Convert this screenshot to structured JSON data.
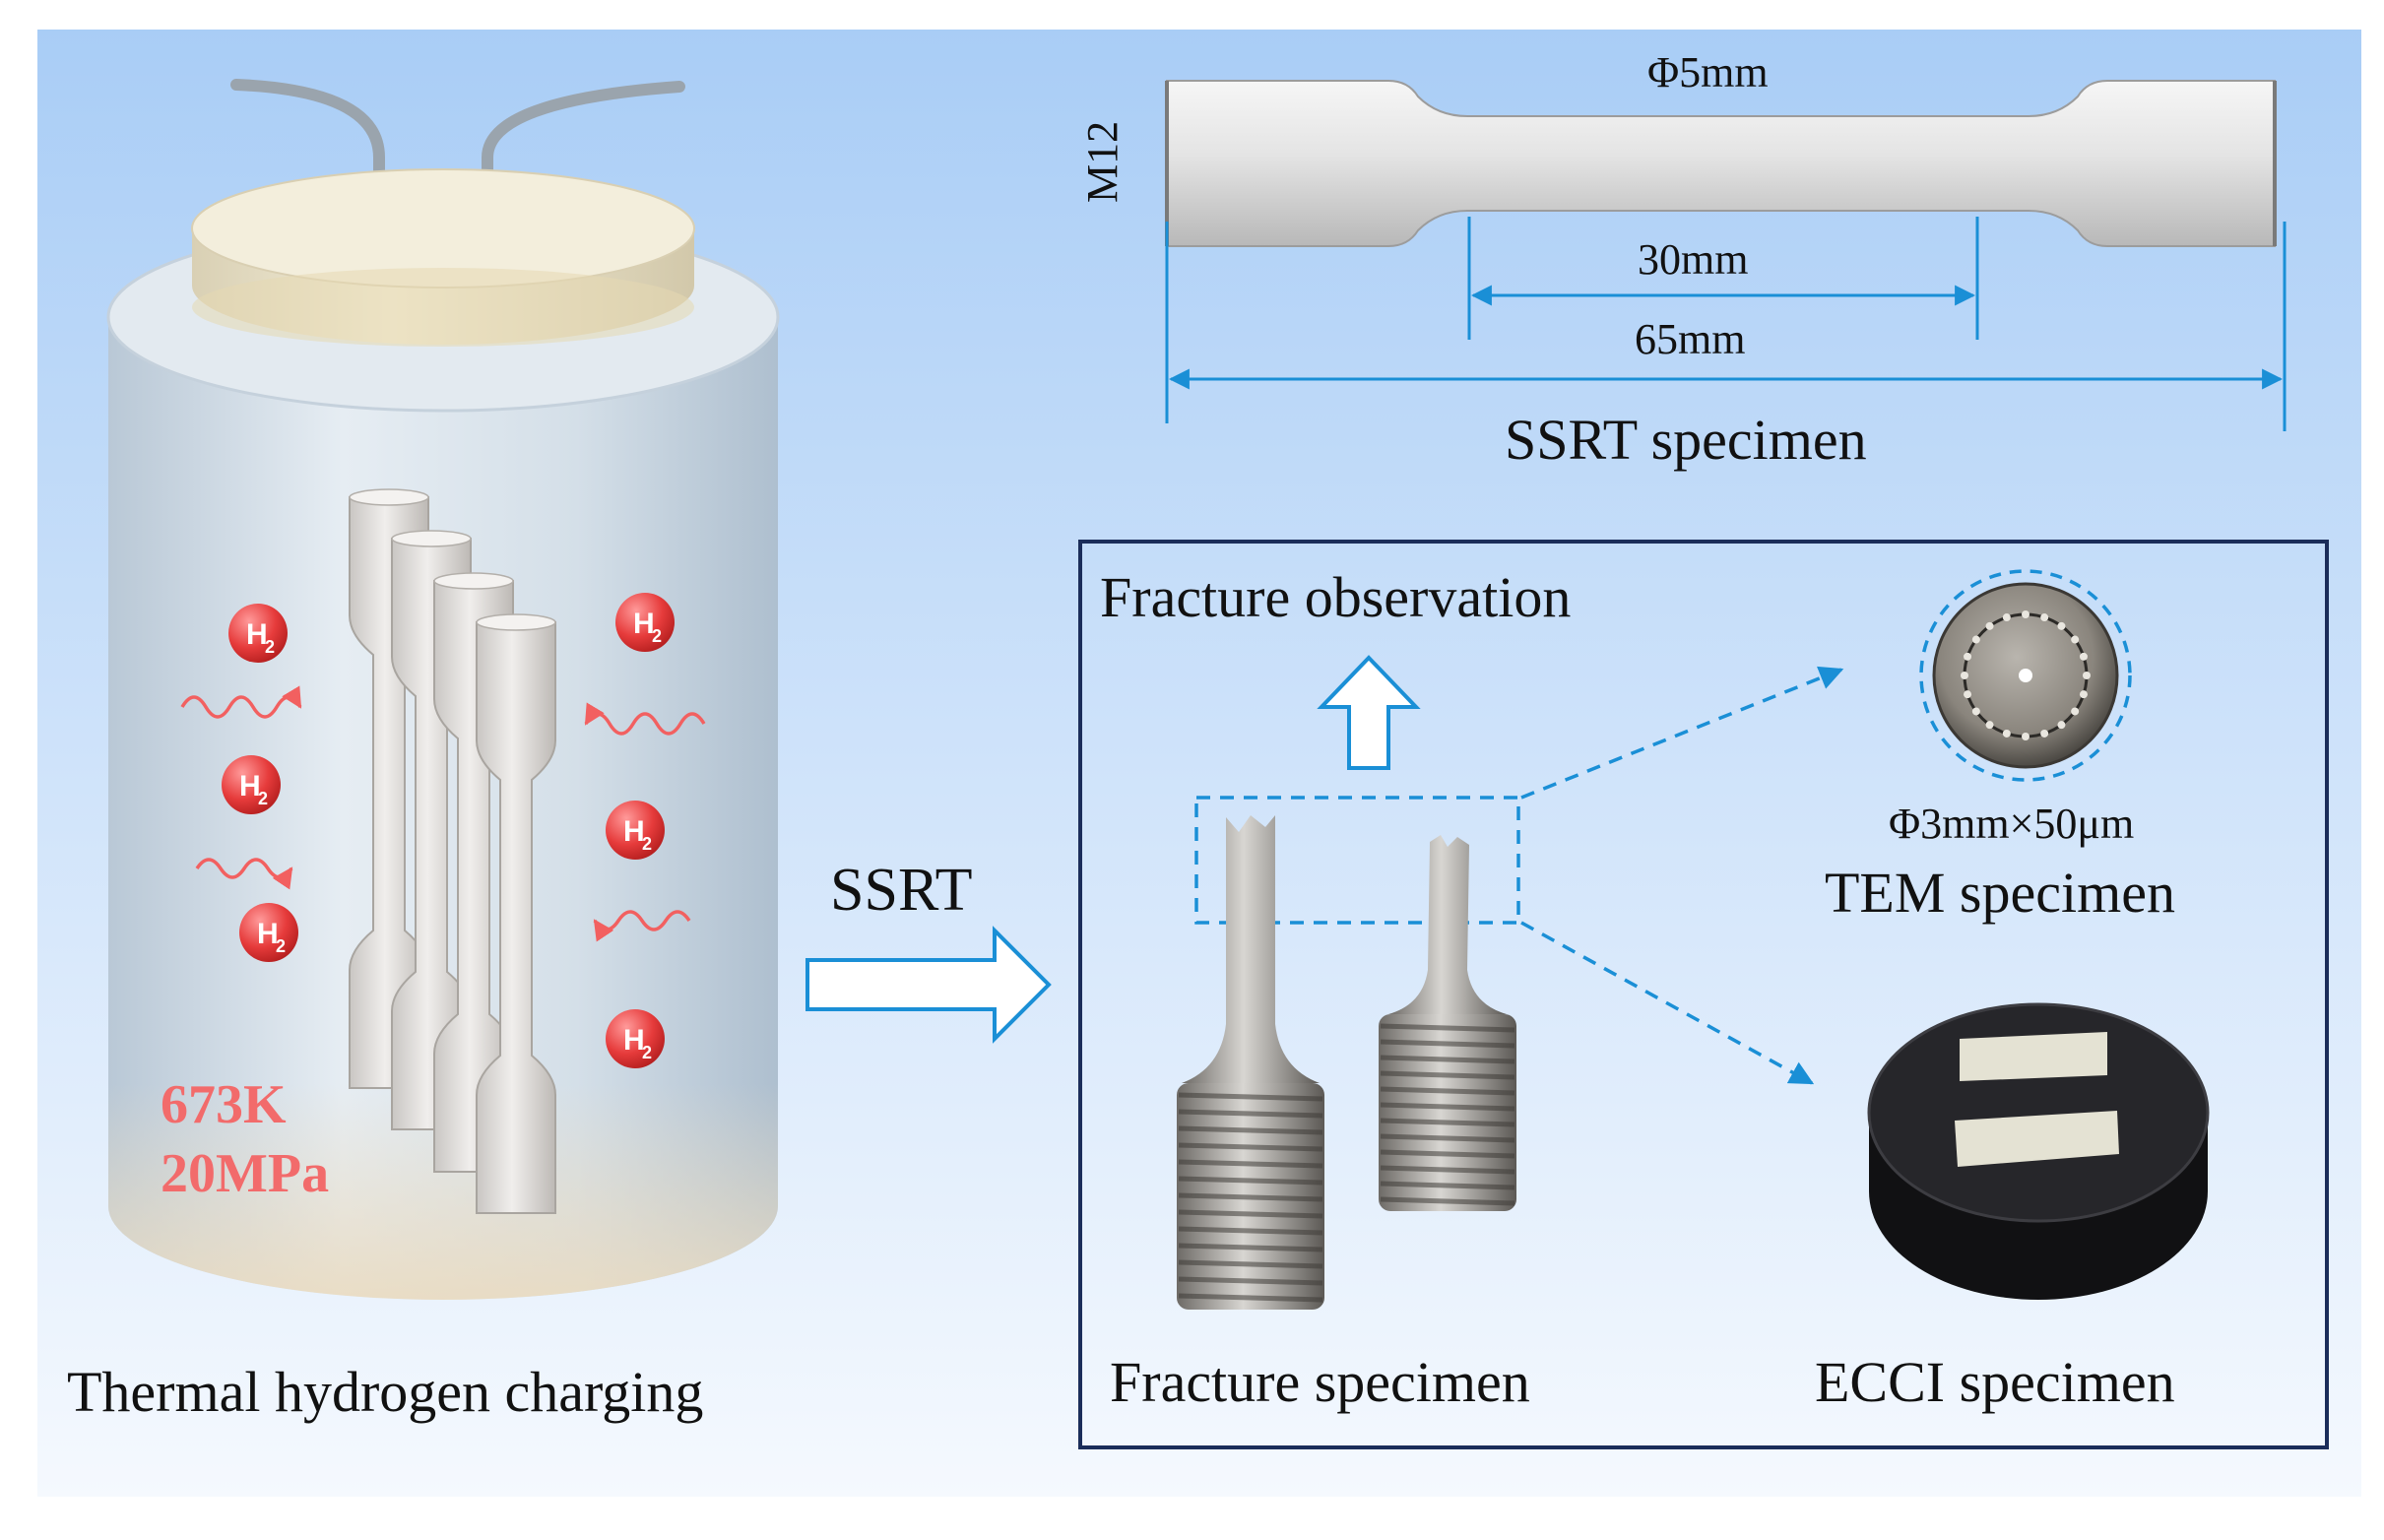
{
  "colors": {
    "background_top": "#a9cdf6",
    "background_bottom": "#f5f9fe",
    "vessel_body": "#cfdbe6",
    "vessel_lid": "#ece5cd",
    "specimen_metal": "#e7e4e2",
    "hydrogen_atom": "#e63b3b",
    "hydrogen_arrow": "#f26060",
    "condition_text": "#f26b6b",
    "dimension_line": "#1a8fd6",
    "arrow_blue": "#1a8fd6",
    "frame_border": "#1b2d5a",
    "ecci_disc": "#1c1c1e"
  },
  "icons": [
    "hydrogen-molecule-icon",
    "wavy-arrow-icon",
    "hollow-arrow-icon",
    "dashed-arrow-icon"
  ],
  "charging": {
    "h2_main": "H",
    "h2_sub": "2",
    "temperature": "673K",
    "pressure": "20MPa",
    "caption": "Thermal hydrogen charging"
  },
  "process": {
    "label": "SSRT"
  },
  "ssrt_specimen": {
    "diameter": "Φ5mm",
    "thread": "M12",
    "gauge_length": "30mm",
    "total_length": "65mm",
    "caption": "SSRT specimen"
  },
  "analysis": {
    "fracture_observation": "Fracture observation",
    "fracture_caption": "Fracture specimen",
    "tem_size": "Φ3mm×50μm",
    "tem_caption": "TEM specimen",
    "ecci_caption": "ECCI specimen"
  }
}
